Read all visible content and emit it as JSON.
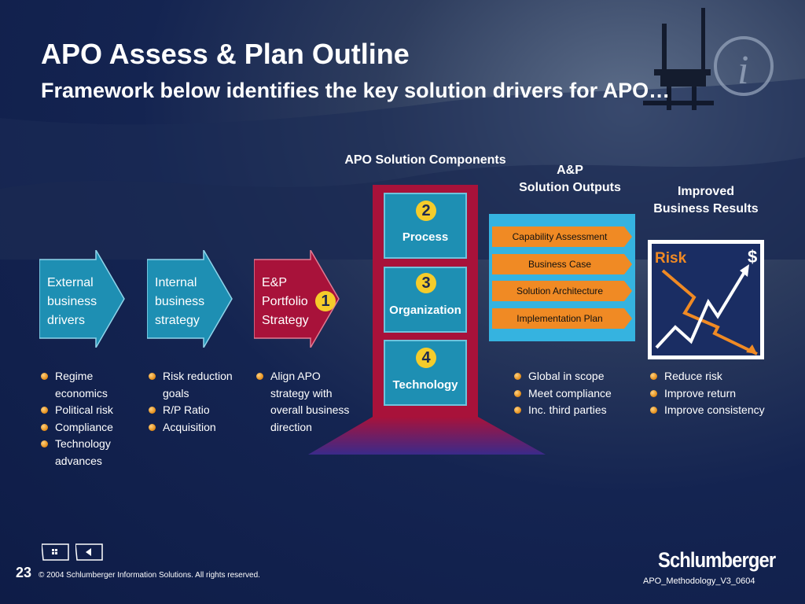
{
  "header": {
    "title": "APO  Assess & Plan Outline",
    "subtitle": "Framework below identifies the key solution drivers for APO…"
  },
  "labels": {
    "components": "APO Solution Components",
    "outputs_line1": "A&P",
    "outputs_line2": "Solution Outputs",
    "results_line1": "Improved",
    "results_line2": "Business Results"
  },
  "drivers": [
    {
      "text": "External\nbusiness\ndrivers",
      "color": "#1e8fb3"
    },
    {
      "text": "Internal\nbusiness\nstrategy",
      "color": "#1e8fb3"
    },
    {
      "text": "E&P\nPortfolio\nStrategy",
      "color": "#a8123a",
      "badge": "1"
    }
  ],
  "components": [
    {
      "badge": "2",
      "label": "Process"
    },
    {
      "badge": "3",
      "label": "Organization"
    },
    {
      "badge": "4",
      "label": "Technology"
    }
  ],
  "outputs": [
    "Capability Assessment",
    "Business Case",
    "Solution Architecture",
    "Implementation Plan"
  ],
  "results_chart": {
    "risk_label": "Risk",
    "dollar_label": "$"
  },
  "bullets": {
    "external": [
      "Regime economics",
      "Political risk",
      "Compliance",
      "Technology advances"
    ],
    "internal": [
      "Risk reduction goals",
      "R/P Ratio",
      "Acquisition"
    ],
    "portfolio": [
      "Align APO strategy with overall business direction"
    ],
    "outputs": [
      "Global in scope",
      "Meet compliance",
      "Inc. third parties"
    ],
    "results": [
      "Reduce risk",
      "Improve return",
      "Improve consistency"
    ]
  },
  "footer": {
    "page_number": "23",
    "copyright": "© 2004 Schlumberger Information Solutions. All rights reserved.",
    "doc_id": "APO_Methodology_V3_0604",
    "logo": "Schlumberger"
  },
  "colors": {
    "background": "#142451",
    "teal": "#1e8fb3",
    "crimson": "#a8123a",
    "orange": "#f08a24",
    "badge": "#f5cc2a"
  },
  "icons": [
    "info-icon",
    "oil-rig-icon",
    "grid-icon",
    "back-arrow-icon",
    "bullet-dot-icon"
  ]
}
